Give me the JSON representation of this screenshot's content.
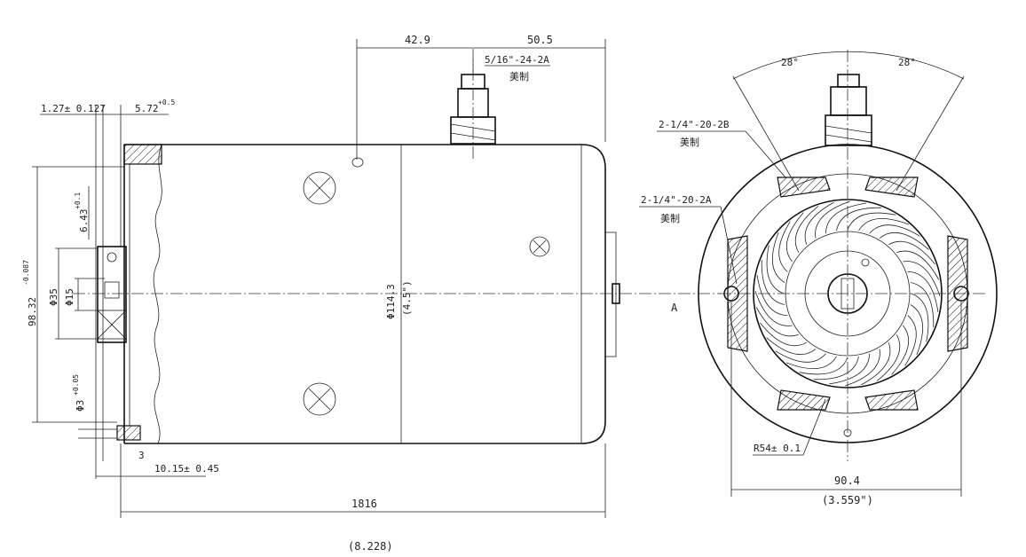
{
  "side_view": {
    "dim_top_left": "42.9",
    "dim_top_right": "50.5",
    "terminal_thread": "5/16\"-24-2A",
    "terminal_note": "美制",
    "flange_thickness": "1.27± 0.127",
    "flange_gap": "5.72",
    "flange_gap_tol": "+0.5",
    "spline_len": "6.43",
    "spline_len_tol": "+0.1",
    "overall_dia": "98.32",
    "overall_dia_tol": "-0.087",
    "pilot_dia": "Φ35",
    "shaft_dia": "Φ15",
    "pin_dia": "Φ3",
    "pin_dia_tol": "+0.05",
    "body_dia": "Φ114.3",
    "body_dia_inch": "(4.5\")",
    "dim_3": "3",
    "dim_10": "10.15± 0.45",
    "length": "1816",
    "length_inch": "(8.228)"
  },
  "end_view": {
    "angle_left": "28°",
    "angle_right": "28°",
    "thread_b": "2-1/4\"-20-2B",
    "thread_b_note": "美制",
    "thread_a": "2-1/4\"-20-2A",
    "thread_a_note": "美制",
    "axis_label": "A",
    "radius": "R54± 0.1",
    "width": "90.4",
    "width_inch": "(3.559\")"
  }
}
